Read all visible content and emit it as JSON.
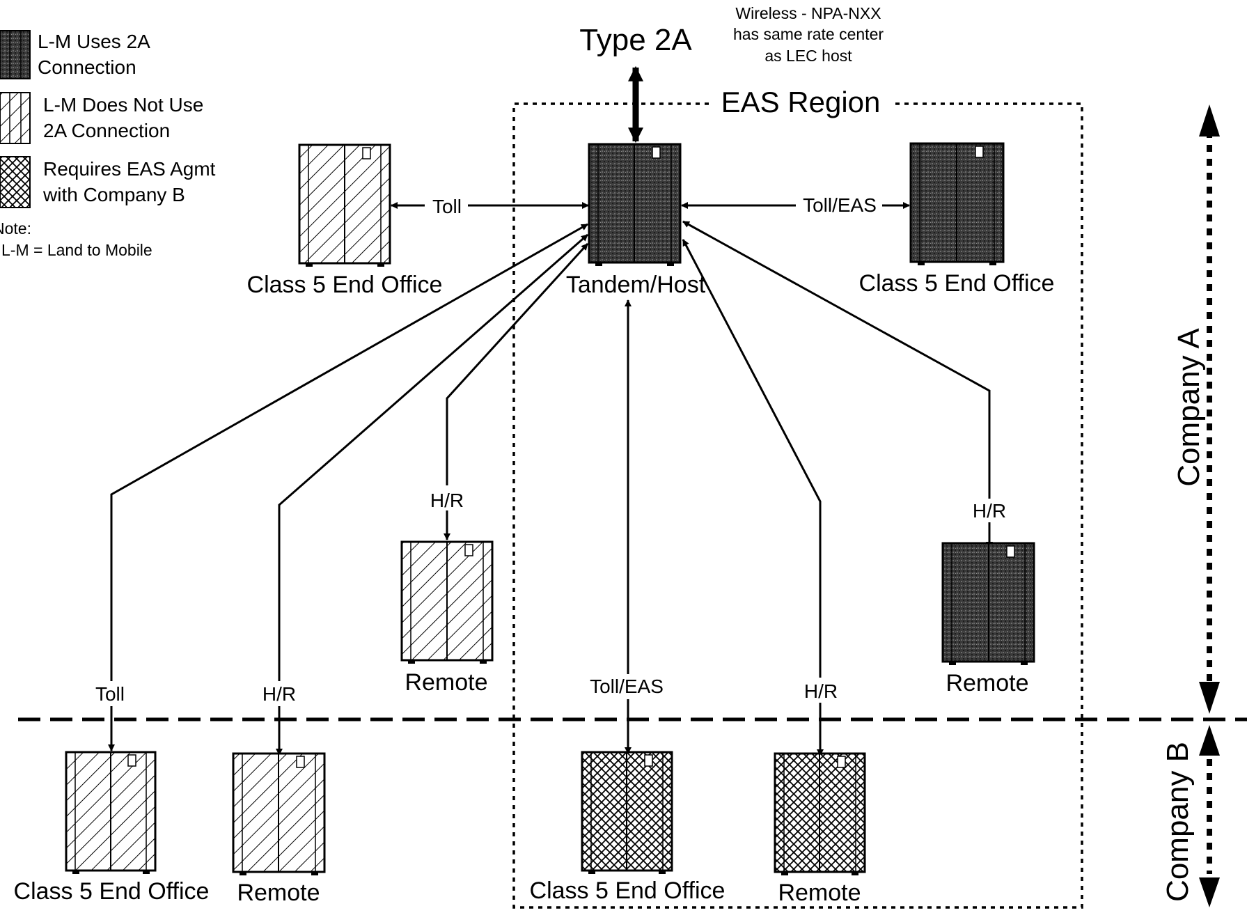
{
  "title": "Type 2A",
  "wireless_note": [
    "Wireless - NPA-NXX",
    "has same rate center",
    "as LEC host"
  ],
  "region_label": "EAS Region",
  "legend": {
    "uses_2a": [
      "L-M Uses 2A",
      "Connection"
    ],
    "not_use_2a": [
      "L-M Does Not Use",
      "2A Connection"
    ],
    "requires_eas": [
      "Requires EAS Agmt",
      "with Company B"
    ],
    "note_heading": "Note:",
    "note_text": "L-M = Land to Mobile"
  },
  "nodes": {
    "tandem": "Tandem/Host",
    "end_office_left": "Class 5 End Office",
    "end_office_right": "Class 5 End Office",
    "remote_mid": "Remote",
    "remote_right": "Remote",
    "b_end_office_left": "Class 5 End Office",
    "b_remote_left": "Remote",
    "b_end_office_eas": "Class 5 End Office",
    "b_remote_eas": "Remote"
  },
  "links": {
    "toll_top": "Toll",
    "toll_eas_top": "Toll/EAS",
    "hr_remote_mid": "H/R",
    "hr_remote_right": "H/R",
    "toll_b": "Toll",
    "hr_b": "H/R",
    "toll_eas_b": "Toll/EAS",
    "hr_b_eas": "H/R"
  },
  "company_a": "Company A",
  "company_b": "Company B"
}
